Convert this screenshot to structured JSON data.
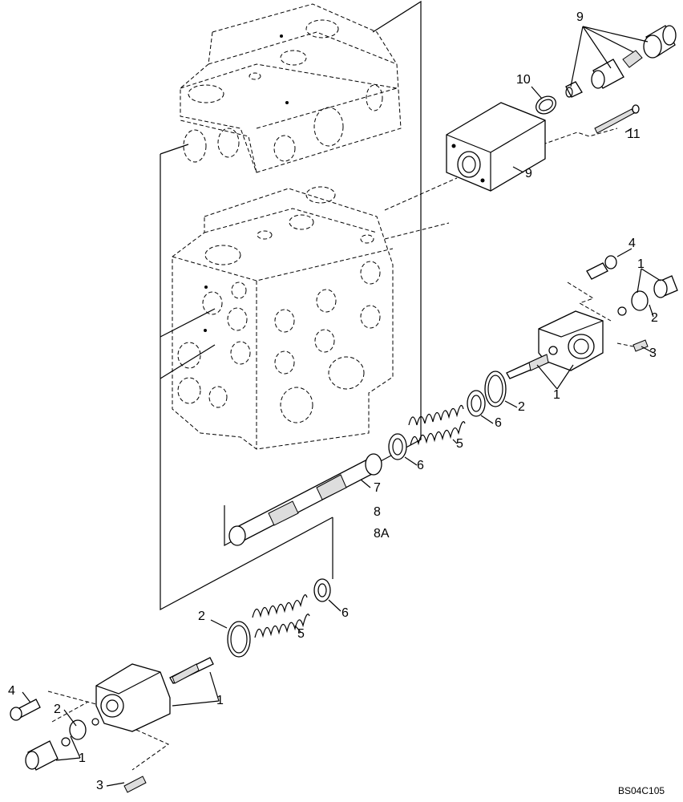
{
  "diagram": {
    "drawing_code": "BS04C105",
    "callouts": {
      "c1": "9",
      "c2": "10",
      "c3": "11",
      "c4": "9",
      "c5": "4",
      "c6": "1",
      "c7": "2",
      "c8": "3",
      "c9": "1",
      "c10": "2",
      "c11": "6",
      "c12": "5",
      "c13": "6",
      "c14": "7",
      "c15": "8",
      "c16": "8A",
      "c17": "6",
      "c18": "5",
      "c19": "2",
      "c20": "1",
      "c21": "4",
      "c22": "2",
      "c23": "1",
      "c24": "3"
    }
  }
}
